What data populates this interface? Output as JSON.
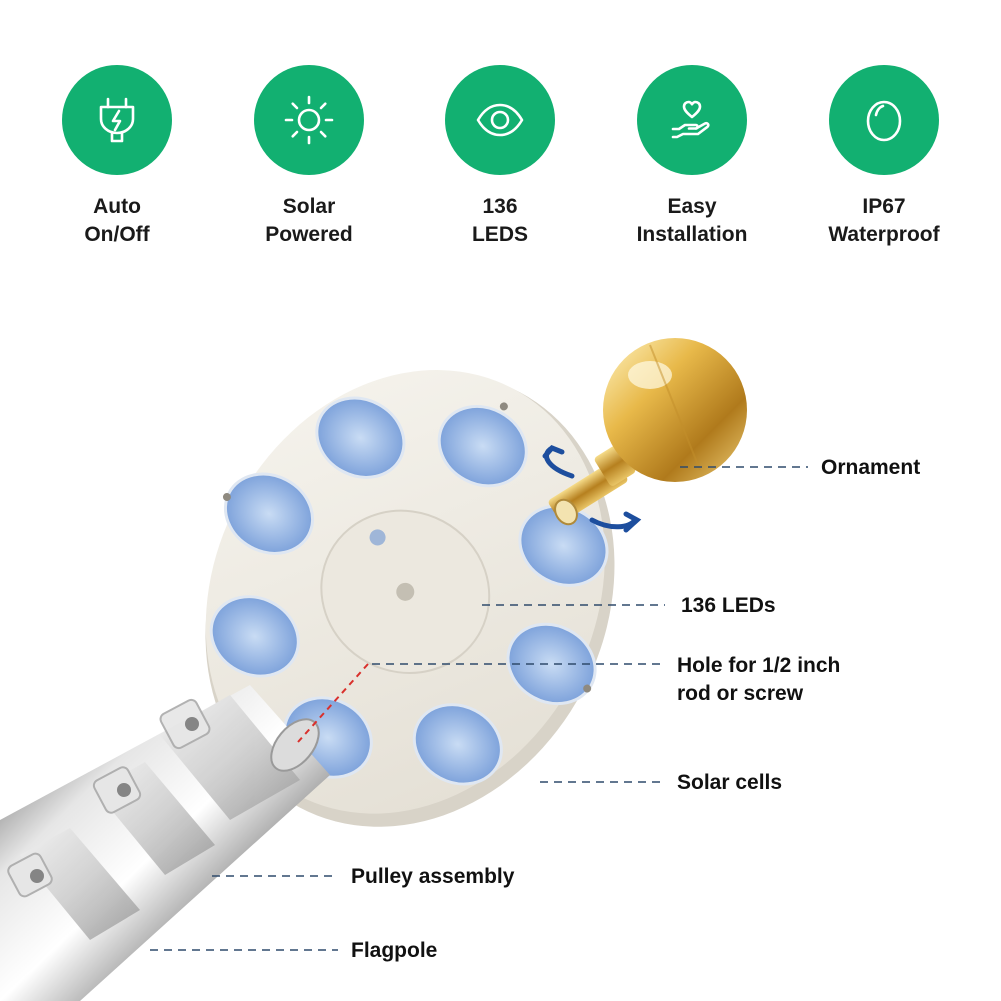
{
  "features": [
    {
      "icon": "plug-icon",
      "line1": "Auto",
      "line2": "On/Off"
    },
    {
      "icon": "sun-icon",
      "line1": "Solar",
      "line2": "Powered"
    },
    {
      "icon": "eye-icon",
      "line1": "136",
      "line2": "LEDS"
    },
    {
      "icon": "hand-heart-icon",
      "line1": "Easy",
      "line2": "Installation"
    },
    {
      "icon": "drop-icon",
      "line1": "IP67",
      "line2": "Waterproof"
    }
  ],
  "callouts": {
    "ornament": "Ornament",
    "leds": "136 LEDs",
    "hole_line1": "Hole for 1/2 inch",
    "hole_line2": "rod or screw",
    "solar_cells": "Solar cells",
    "pulley": "Pulley assembly",
    "flagpole": "Flagpole"
  },
  "colors": {
    "accent_green": "#12b071",
    "leader_line": "#2f4a6b",
    "hole_line": "#d9302c",
    "rotate_arrow": "#1d4e9e",
    "gold": "#e8b94a",
    "disc": "#f0ede6",
    "led_blue": "#7ea3dc"
  }
}
